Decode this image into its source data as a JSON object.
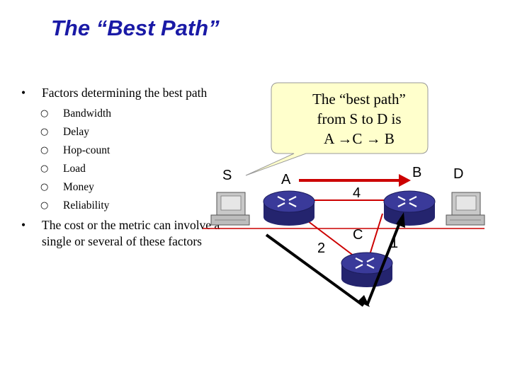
{
  "title": "The “Best Path”",
  "bullets": {
    "factors_heading": "Factors determining the best path",
    "factors": [
      "Bandwidth",
      "Delay",
      "Hop-count",
      "Load",
      "Money",
      "Reliability"
    ],
    "cost_note": "The cost or the metric can involve a single or several of these factors"
  },
  "callout": {
    "lines": [
      "The “best path”",
      "from S to D is",
      "A →C → B"
    ]
  },
  "network": {
    "hosts": {
      "source": "S",
      "destination": "D"
    },
    "routers": {
      "a": "A",
      "b": "B",
      "c": "C"
    },
    "link_costs": {
      "a_b": "4",
      "a_c": "2",
      "c_b": "1"
    }
  },
  "colors": {
    "title": "#1a1aa6",
    "callout_fill": "#ffffcc",
    "router_top": "#3a3a9a",
    "router_side": "#24246e",
    "link_line": "#cc0000",
    "path_arrow": "#000000",
    "host_body": "#c8c8c8"
  }
}
